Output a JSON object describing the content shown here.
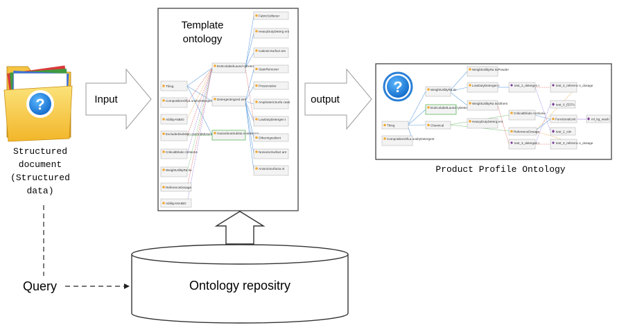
{
  "structured_document": {
    "caption_lines": [
      "Structured",
      "document",
      "(Structured",
      "data)"
    ],
    "icon": "question-mark-folder-icon"
  },
  "input_arrow": {
    "label": "Input"
  },
  "output_arrow": {
    "label": "output"
  },
  "template_ontology": {
    "title_lines": [
      "Template",
      "ontology"
    ],
    "left_nodes": [
      "Thing",
      "CompositionOfLa undryDetergent",
      "AbilityANBIO",
      "ExcludedSubstan cesAndMixtures",
      "CriticalDilutio nVolume",
      "WeightUtilityRa tio",
      "ReferenceDosage",
      "AbilityANAIBO"
    ],
    "middle_nodes": [
      "EUEcolabelLaund ryDetergent",
      "DetergentIngred ient",
      "HazardousSubsta nceMixture"
    ],
    "right_nodes": [
      "FabricSoftener",
      "HeavyDutyDeterg ent",
      "CationicSurfact ant",
      "StainRemover",
      "Preservative",
      "AmphotericSurfa ctant",
      "LowDutyDetergen t",
      "OtherIngredient",
      "NonionicSurfact ant",
      "AnionicSurfacta nt"
    ]
  },
  "product_profile": {
    "caption": "Product Profile Ontology",
    "icon": "question-mark-icon",
    "nodes": {
      "thing": "Thing",
      "composition": "CompositionOfLa undryDetergent",
      "weight_utility": "WeightUtilityRa tio",
      "eu_ecolabel": "EUEcolabelLaund ryDetergent",
      "chemical": "Chemical",
      "weight_powder": "WeightUtilityRa tioPowder",
      "weight_others": "WeightUtilityRa tioOthers",
      "low_duty": "LowDutyDetergen t",
      "heavy_duty": "HeavyDutyDeterg ent",
      "test2_detergent": "test_2_detergen t",
      "test3_detergent": "test_3_detergen t",
      "test2_reference": "test_2_referenc e_dosage",
      "test3_reference": "test_3_referenc e_dosage",
      "critical_dilution": "CriticalDilutio nVolume",
      "reference_dosage": "ReferenceDosage",
      "functional_unit": "FunctionalUnit",
      "test0_edta": "test_0_EDTA",
      "test2_cdv": "test_2_cdv",
      "ml_kg_wash": "ml_kg_wash"
    }
  },
  "repository": {
    "label": "Ontology repositry"
  },
  "query": {
    "label": "Query"
  }
}
